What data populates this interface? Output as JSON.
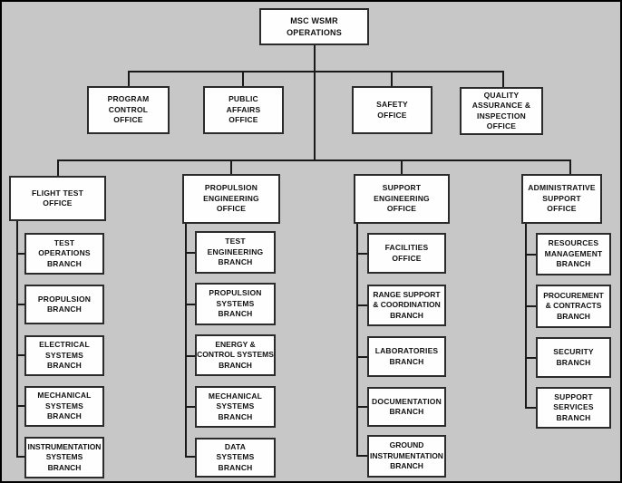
{
  "meta": {
    "title": "MSC WSMR Operations organization chart"
  },
  "colors": {
    "bg": "#c7c7c7",
    "box-fill": "#fefefe",
    "line": "#1a1a1a",
    "text": "#111111",
    "frame": "#000000"
  },
  "root": {
    "label": "MSC WSMR\nOPERATIONS"
  },
  "staff_offices": [
    {
      "label": "PROGRAM\nCONTROL\nOFFICE"
    },
    {
      "label": "PUBLIC\nAFFAIRS\nOFFICE"
    },
    {
      "label": "SAFETY\nOFFICE"
    },
    {
      "label": "QUALITY\nASSURANCE &\nINSPECTION\nOFFICE"
    }
  ],
  "divisions": [
    {
      "label": "FLIGHT TEST\nOFFICE",
      "branches": [
        {
          "label": "TEST\nOPERATIONS\nBRANCH"
        },
        {
          "label": "PROPULSION\nBRANCH"
        },
        {
          "label": "ELECTRICAL\nSYSTEMS\nBRANCH"
        },
        {
          "label": "MECHANICAL\nSYSTEMS\nBRANCH"
        },
        {
          "label": "INSTRUMENTATION\nSYSTEMS\nBRANCH"
        }
      ]
    },
    {
      "label": "PROPULSION\nENGINEERING\nOFFICE",
      "branches": [
        {
          "label": "TEST\nENGINEERING\nBRANCH"
        },
        {
          "label": "PROPULSION\nSYSTEMS\nBRANCH"
        },
        {
          "label": "ENERGY &\nCONTROL SYSTEMS\nBRANCH"
        },
        {
          "label": "MECHANICAL\nSYSTEMS\nBRANCH"
        },
        {
          "label": "DATA\nSYSTEMS\nBRANCH"
        }
      ]
    },
    {
      "label": "SUPPORT\nENGINEERING\nOFFICE",
      "branches": [
        {
          "label": "FACILITIES\nOFFICE"
        },
        {
          "label": "RANGE SUPPORT\n& COORDINATION\nBRANCH"
        },
        {
          "label": "LABORATORIES\nBRANCH"
        },
        {
          "label": "DOCUMENTATION\nBRANCH"
        },
        {
          "label": "GROUND\nINSTRUMENTATION\nBRANCH"
        }
      ]
    },
    {
      "label": "ADMINISTRATIVE\nSUPPORT\nOFFICE",
      "branches": [
        {
          "label": "RESOURCES\nMANAGEMENT\nBRANCH"
        },
        {
          "label": "PROCUREMENT\n& CONTRACTS\nBRANCH"
        },
        {
          "label": "SECURITY\nBRANCH"
        },
        {
          "label": "SUPPORT\nSERVICES\nBRANCH"
        }
      ]
    }
  ]
}
